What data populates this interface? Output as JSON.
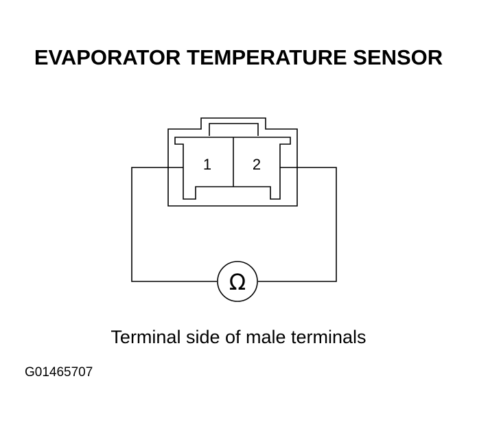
{
  "title": "EVAPORATOR TEMPERATURE SENSOR",
  "connector": {
    "terminal_1": "1",
    "terminal_2": "2"
  },
  "meter_symbol": "Ω",
  "caption": "Terminal side of male terminals",
  "figure_id": "G01465707",
  "colors": {
    "ink": "#000000",
    "background": "#ffffff"
  }
}
